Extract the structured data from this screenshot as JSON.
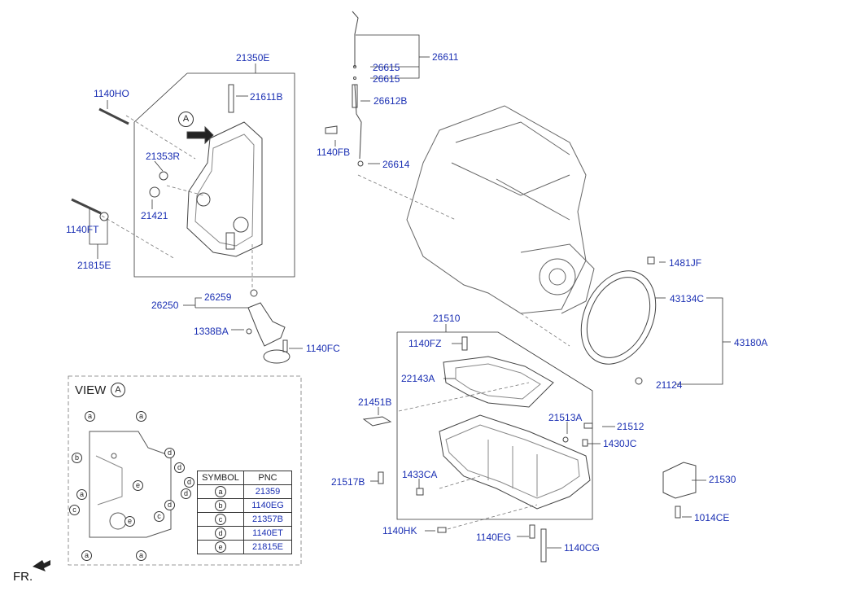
{
  "labels": {
    "l21350E": "21350E",
    "l1140HO": "1140HO",
    "l21611B": "21611B",
    "l21353R": "21353R",
    "l21421": "21421",
    "l1140FT": "1140FT",
    "l21815E": "21815E",
    "l26611": "26611",
    "l26615a": "26615",
    "l26615b": "26615",
    "l26612B": "26612B",
    "l1140FB": "1140FB",
    "l26614": "26614",
    "l26259": "26259",
    "l26250": "26250",
    "l1338BA": "1338BA",
    "l1140FC": "1140FC",
    "l1481JF": "1481JF",
    "l43134C": "43134C",
    "l43180A": "43180A",
    "l21124": "21124",
    "l21510": "21510",
    "l1140FZ": "1140FZ",
    "l22143A": "22143A",
    "l21451B": "21451B",
    "l21513A": "21513A",
    "l21512": "21512",
    "l1430JC": "1430JC",
    "l21530": "21530",
    "l1433CA": "1433CA",
    "l21517B": "21517B",
    "l1014CE": "1014CE",
    "l1140HK": "1140HK",
    "l1140EG": "1140EG",
    "l1140CG": "1140CG"
  },
  "view": {
    "title": "VIEW",
    "letter": "A"
  },
  "arrow_marker": "A",
  "front_label": "FR.",
  "symbol_table": {
    "headers": [
      "SYMBOL",
      "PNC"
    ],
    "rows": [
      {
        "symbol": "a",
        "pnc": "21359"
      },
      {
        "symbol": "b",
        "pnc": "1140EG"
      },
      {
        "symbol": "c",
        "pnc": "21357B"
      },
      {
        "symbol": "d",
        "pnc": "1140ET"
      },
      {
        "symbol": "e",
        "pnc": "21815E"
      }
    ]
  },
  "view_markers": {
    "a": "a",
    "b": "b",
    "c": "c",
    "d": "d",
    "e": "e"
  },
  "colors": {
    "label": "#1a2fb3",
    "line": "#333333"
  },
  "icons": [
    "front-direction-arrow-icon",
    "view-direction-arrow-icon"
  ]
}
